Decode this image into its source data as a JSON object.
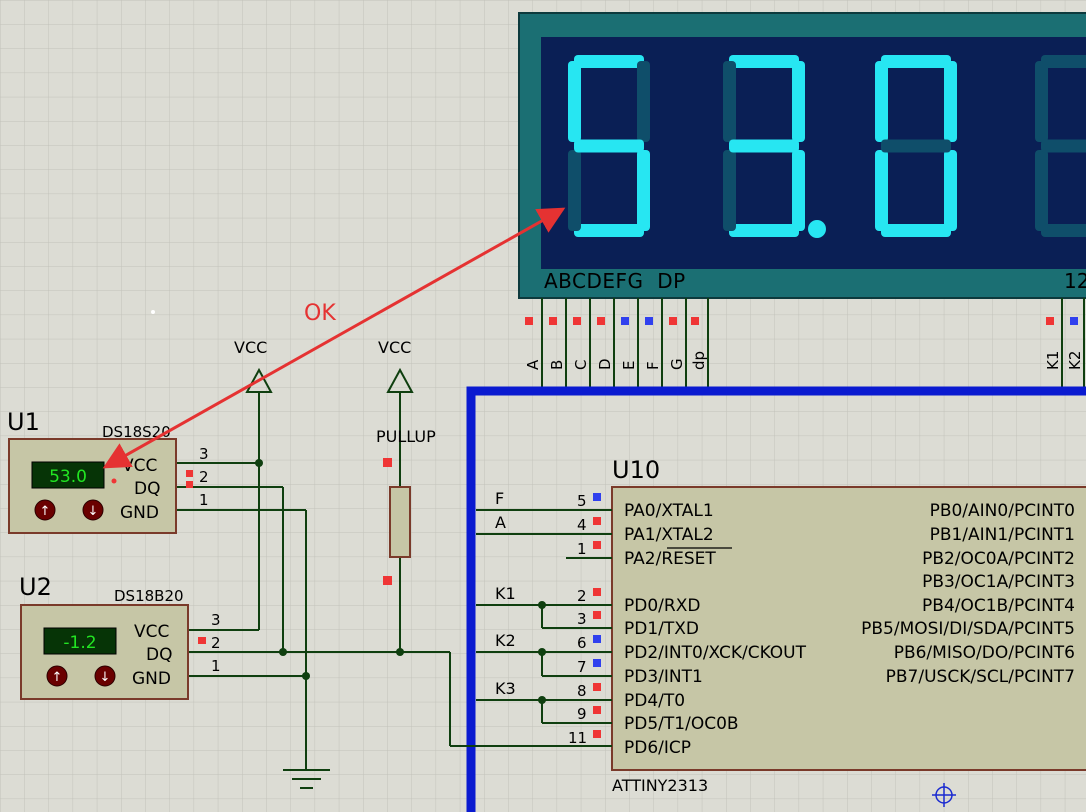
{
  "display": {
    "digits": [
      "5",
      "3",
      "0"
    ],
    "decimal_after_digit": 2,
    "segment_color": "#27e6f2",
    "off_color": "#0f4e6a",
    "face_color": "#0a1f55",
    "bezel_color": "#1b6f73",
    "bottom_labels": "ABCDEFG  DP",
    "right_edge_label": "12",
    "pin_labels": [
      "A",
      "B",
      "C",
      "D",
      "E",
      "F",
      "G",
      "dp"
    ],
    "right_pin_labels": [
      "K1",
      "K2"
    ]
  },
  "sensors": [
    {
      "ref": "U1",
      "part": "DS18S20",
      "reading": "53.0",
      "pins": [
        {
          "name": "VCC",
          "num": "3"
        },
        {
          "name": "DQ",
          "num": "2"
        },
        {
          "name": "GND",
          "num": "1"
        }
      ]
    },
    {
      "ref": "U2",
      "part": "DS18B20",
      "reading": "-1.2",
      "pins": [
        {
          "name": "VCC",
          "num": "3"
        },
        {
          "name": "DQ",
          "num": "2"
        },
        {
          "name": "GND",
          "num": "1"
        }
      ]
    }
  ],
  "power": {
    "vcc1": "VCC",
    "vcc2": "VCC"
  },
  "pullup": {
    "label": "PULLUP"
  },
  "annotation": {
    "text": "OK",
    "color": "#e53232"
  },
  "mcu": {
    "ref": "U10",
    "part": "ATTINY2313",
    "left_pins": [
      {
        "num": "5",
        "name": "PA0/XTAL1",
        "net": "F"
      },
      {
        "num": "4",
        "name": "PA1/XTAL2",
        "net": "A"
      },
      {
        "num": "1",
        "name": "PA2/RESET",
        "net": ""
      },
      {
        "num": "2",
        "name": "PD0/RXD",
        "net": "K1"
      },
      {
        "num": "3",
        "name": "PD1/TXD",
        "net": ""
      },
      {
        "num": "6",
        "name": "PD2/INT0/XCK/CKOUT",
        "net": "K2"
      },
      {
        "num": "7",
        "name": "PD3/INT1",
        "net": ""
      },
      {
        "num": "8",
        "name": "PD4/T0",
        "net": "K3"
      },
      {
        "num": "9",
        "name": "PD5/T1/OC0B",
        "net": ""
      },
      {
        "num": "11",
        "name": "PD6/ICP",
        "net": ""
      }
    ],
    "right_pins": [
      "PB0/AIN0/PCINT0",
      "PB1/AIN1/PCINT1",
      "PB2/OC0A/PCINT2",
      "PB3/OC1A/PCINT3",
      "PB4/OC1B/PCINT4",
      "PB5/MOSI/DI/SDA/PCINT5",
      "PB6/MISO/DO/PCINT6",
      "PB7/USCK/SCL/PCINT7"
    ]
  },
  "colors": {
    "wire": "#0f3f0f",
    "bus": "#0a1ad0",
    "pin_red": "#ef3535",
    "pin_blue": "#3040ee",
    "body": "#c6c6a6",
    "body_border": "#7a3a2a"
  }
}
